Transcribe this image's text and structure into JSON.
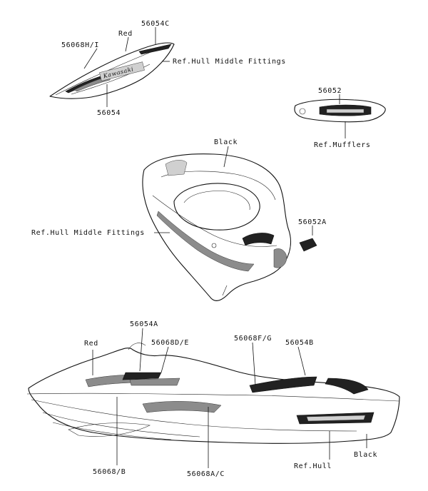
{
  "labels": {
    "top_part_main": "56054C",
    "top_part_red_label": "Red",
    "top_part_hi": "56068H/I",
    "top_ref_hull_middle": "Ref.Hull Middle Fittings",
    "top_part_56054": "56054",
    "muffler_part": "56052",
    "muffler_ref": "Ref.Mufflers",
    "middle_black": "Black",
    "middle_part_52a": "56052A",
    "middle_ref_hull_middle": "Ref.Hull Middle Fittings",
    "hull_part_54a": "56054A",
    "hull_red": "Red",
    "hull_part_de": "56068D/E",
    "hull_part_fg": "56068F/G",
    "hull_part_54b": "56054B",
    "hull_black": "Black",
    "hull_ref_hull": "Ref.Hull",
    "hull_part_b": "56068/B",
    "hull_part_ac": "56068A/C"
  },
  "decal_text": "Kawasaki",
  "colors": {
    "ink": "#111111",
    "paper": "#ffffff"
  }
}
